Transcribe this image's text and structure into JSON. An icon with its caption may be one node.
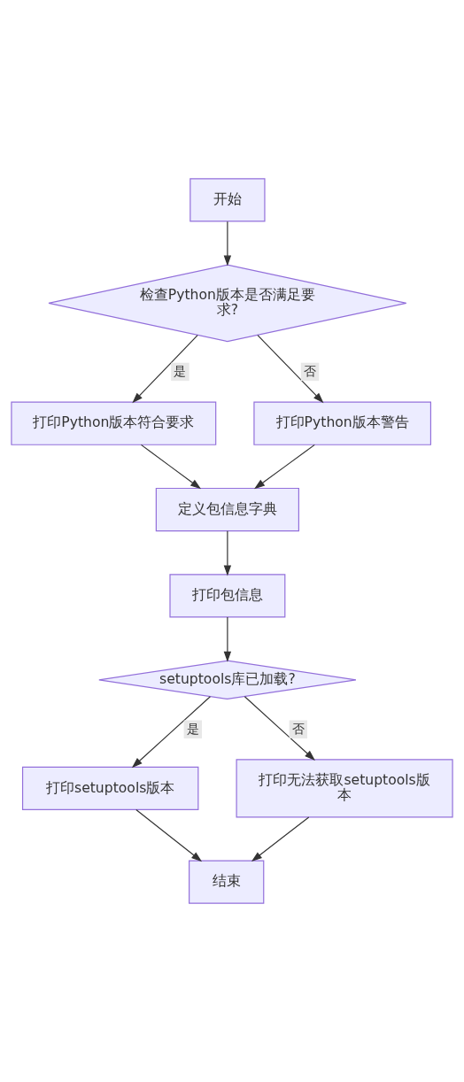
{
  "diagram": {
    "nodes": [
      {
        "text": [
          "开始"
        ]
      },
      {
        "text": [
          "检查Python版本是否满足要求?"
        ]
      },
      {
        "text": [
          "打印Python版本符合要求"
        ]
      },
      {
        "text": [
          "打印Python版本警告"
        ]
      },
      {
        "text": [
          "定义包信息字典"
        ]
      },
      {
        "text": [
          "打印包信息"
        ]
      },
      {
        "text": [
          "setuptools库已加载?"
        ]
      },
      {
        "text": [
          "打印setuptools版本"
        ]
      },
      {
        "text": [
          "打印无法获取setuptools版本"
        ]
      },
      {
        "text": [
          "结束"
        ]
      }
    ],
    "edges": [
      {
        "from": 0,
        "to": 1,
        "arrow": "to"
      },
      {
        "from": 1,
        "to": 2,
        "arrow": "to",
        "label": "是"
      },
      {
        "from": 1,
        "to": 3,
        "arrow": "to",
        "label": "否"
      },
      {
        "from": 2,
        "to": 4,
        "arrow": "to"
      },
      {
        "from": 3,
        "to": 4,
        "arrow": "to"
      },
      {
        "from": 4,
        "to": 5,
        "arrow": "to"
      },
      {
        "from": 5,
        "to": 6,
        "arrow": "to"
      },
      {
        "from": 6,
        "to": 7,
        "arrow": "to",
        "label": "是"
      },
      {
        "from": 6,
        "to": 8,
        "arrow": "to",
        "label": "否"
      },
      {
        "from": 7,
        "to": 9,
        "arrow": "to"
      },
      {
        "from": 8,
        "to": 9,
        "arrow": "to"
      }
    ]
  }
}
